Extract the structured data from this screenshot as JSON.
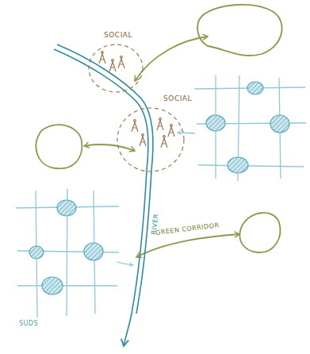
{
  "diagram": {
    "nodes": [
      {
        "text": [
          "SOCIAL"
        ]
      },
      {
        "text": [
          "SOCIAL"
        ]
      }
    ],
    "labels": [
      "RIVER",
      "GREEN CORRIDOR",
      "SUDS"
    ]
  }
}
